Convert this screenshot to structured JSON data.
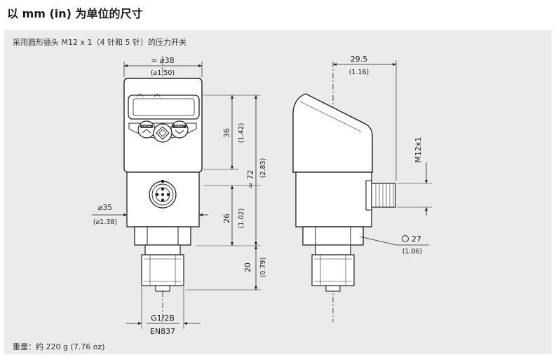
{
  "header": {
    "title": "以 mm (in) 为单位的尺寸"
  },
  "panel": {
    "subtitle": "采用圆形插头 M12 x 1（4 针和 5 针）的压力开关",
    "weight": "重量：约 220 g (7.76 oz)"
  },
  "front_view": {
    "width_mm": "≈ ⌀38",
    "width_in": "(⌀1.50)",
    "housing_dia_mm": "⌀35",
    "housing_dia_in": "(⌀1.38)",
    "head_height_mm": "36",
    "head_height_in": "(1.42)",
    "body_height_mm": "26",
    "body_height_in": "(1.02)",
    "total_height_mm": "≈ 72",
    "total_height_in": "(2.83)",
    "thread_len_mm": "20",
    "thread_len_in": "(0.79)",
    "thread_spec": "G1/2B",
    "thread_standard": "EN837",
    "button_left": "ENTER",
    "button_right": "MENU"
  },
  "side_view": {
    "depth_mm": "29.5",
    "depth_in": "(1.16)",
    "connector": "M12x1",
    "wrench_mm": "27",
    "wrench_in": "(1.06)"
  }
}
